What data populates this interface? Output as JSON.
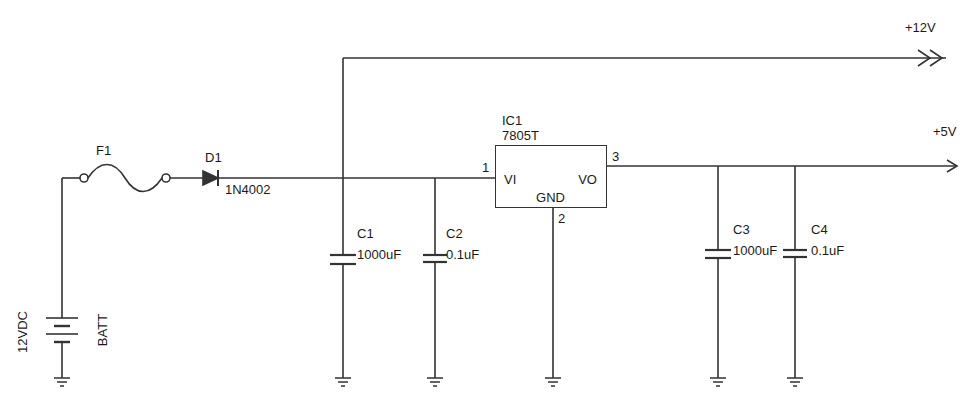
{
  "diagram": {
    "nodes": [
      {
        "text": [
          "IC1",
          "7805T",
          "VI",
          "VO",
          "GND"
        ]
      }
    ],
    "labels": [
      "+12V",
      "+5V",
      "F1",
      "D1",
      "1N4002",
      "C1",
      "1000uF",
      "C2",
      "0.1uF",
      "C3",
      "1000uF",
      "C4",
      "0.1uF",
      "12VDC",
      "BATT",
      "1",
      "3",
      "2"
    ]
  }
}
